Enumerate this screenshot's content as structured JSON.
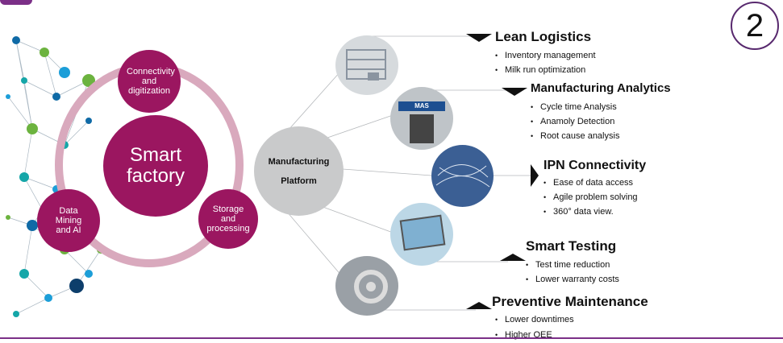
{
  "badge_number": "2",
  "center": {
    "title": "Smart factory"
  },
  "nodes": {
    "connectivity": "Connectivity and digitization",
    "data_mining": "Data Mining and AI",
    "storage": "Storage and processing"
  },
  "platform": {
    "line1": "Manufacturing",
    "line2": "Platform"
  },
  "sections": [
    {
      "title": "Lean Logistics",
      "items": [
        "Inventory management",
        "Milk run optimization"
      ]
    },
    {
      "title": "Manufacturing Analytics",
      "items": [
        "Cycle time Analysis",
        "Anamoly Detection",
        "Root cause analysis"
      ]
    },
    {
      "title": "IPN Connectivity",
      "items": [
        "Ease of data access",
        "Agile problem solving",
        "360° data view."
      ]
    },
    {
      "title": "Smart Testing",
      "items": [
        "Test time reduction",
        "Lower warranty costs"
      ]
    },
    {
      "title": "Preventive Maintenance",
      "items": [
        "Lower downtimes",
        "Higher OEE"
      ]
    }
  ],
  "thumb_text": {
    "mas": "MAS"
  },
  "colors": {
    "magenta": "#9b1660",
    "ring": "#d9a9bd",
    "platform": "#c9cacb",
    "accent": "#58296e"
  }
}
